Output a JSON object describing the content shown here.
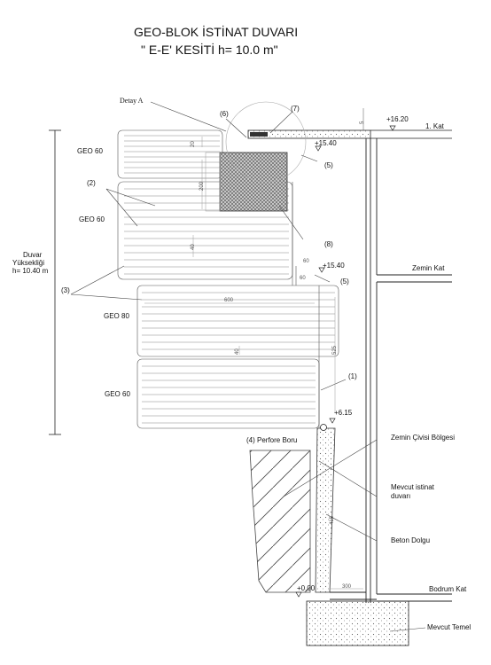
{
  "title": {
    "line1": "GEO-BLOK İSTİNAT DUVARI",
    "line2": "\" E-E' KESİTİ h= 10.0 m\""
  },
  "labels": {
    "detay_a": "Detay A",
    "geo60_top": "GEO 60",
    "geo60_mid": "GEO 60",
    "geo80": "GEO 80",
    "geo60_bot": "GEO 60",
    "duvar_line1": "Duvar",
    "duvar_line2": "Yüksekliği",
    "duvar_line3": "h= 10.40 m",
    "perfore_boru": "(4) Perfore Boru",
    "zemin_civisi": "Zemin Çivisi Bölgesi",
    "mevcut_istinat_1": "Mevcut istinat",
    "mevcut_istinat_2": "duvarı",
    "beton_dolgu": "Beton Dolgu",
    "mevcut_temel": "Mevcut Temel",
    "kat1": "1. Kat",
    "zemin_kat": "Zemin Kat",
    "bodrum_kat": "Bodrum Kat"
  },
  "callouts": {
    "c1": "(1)",
    "c2": "(2)",
    "c3": "(3)",
    "c5a": "(5)",
    "c5b": "(5)",
    "c6": "(6)",
    "c7": "(7)",
    "c8": "(8)"
  },
  "elevations": {
    "e1620": "+16.20",
    "e1540a": "+15.40",
    "e1540b": "+15.40",
    "e615": "+6.15",
    "e000": "+0.00"
  },
  "dimensions": {
    "d20": "20",
    "d200": "200",
    "d40a": "40",
    "d60": "60",
    "d600": "600",
    "d40b": "40",
    "d5": "5",
    "d525": "525",
    "d415": "415",
    "d300": "300",
    "d60b": "60"
  }
}
